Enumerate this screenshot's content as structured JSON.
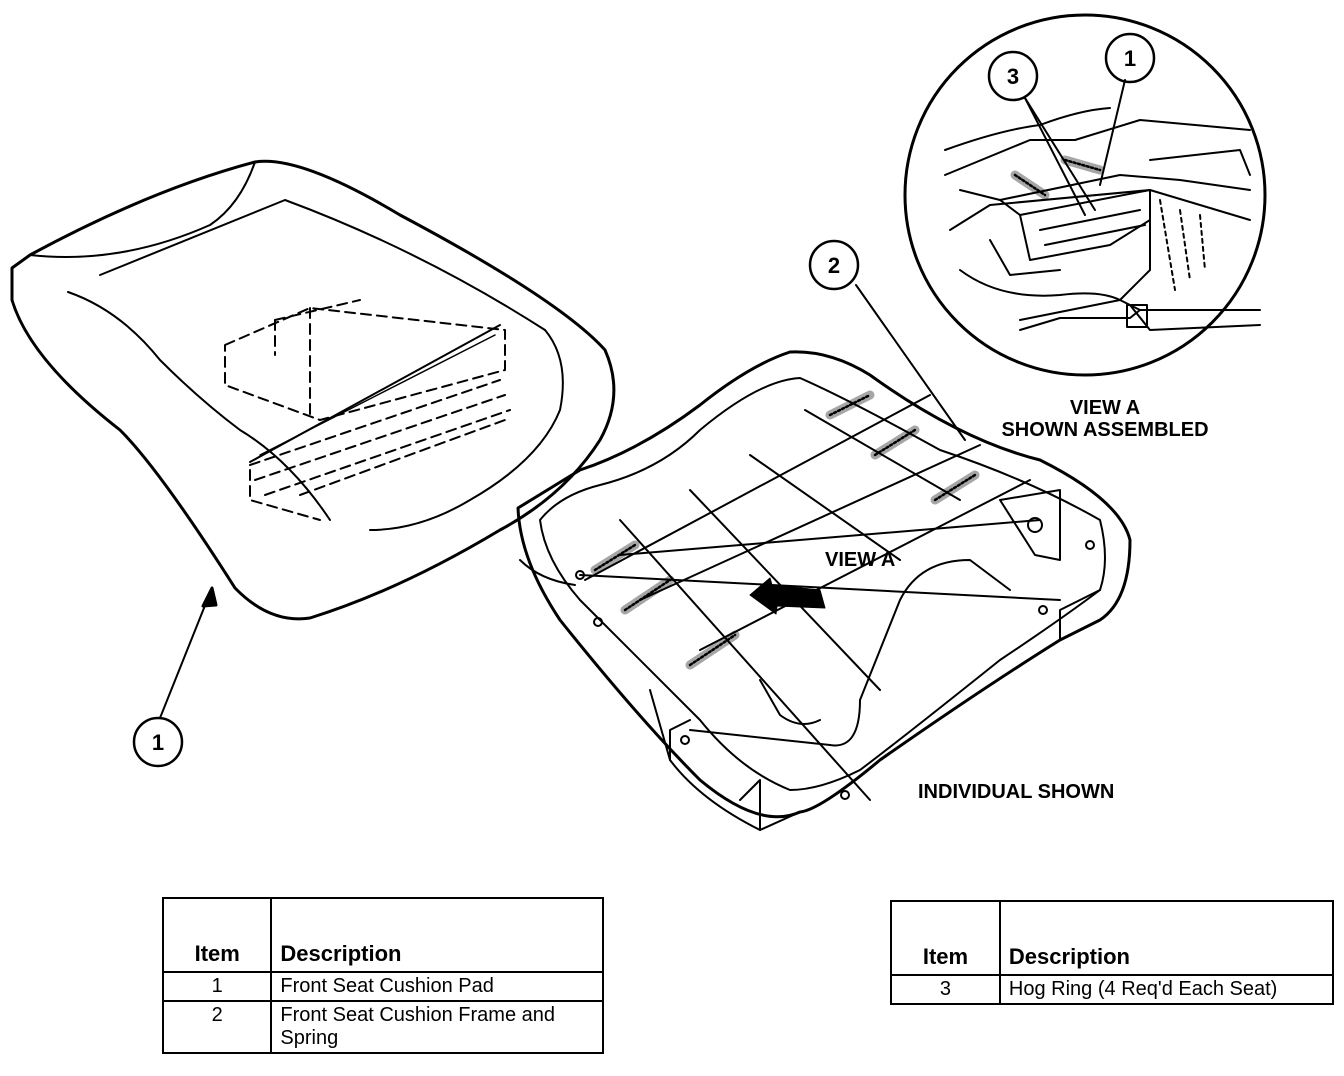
{
  "labels": {
    "view_a_arrow": "VIEW A",
    "view_a_title_line1": "VIEW A",
    "view_a_title_line2": "SHOWN ASSEMBLED",
    "individual_shown": "INDIVIDUAL SHOWN"
  },
  "callouts": {
    "pad": "1",
    "frame": "2",
    "detail_hog_ring": "3",
    "detail_pad": "1"
  },
  "tables": {
    "left": {
      "headers": [
        "Item",
        "Description"
      ],
      "rows": [
        {
          "item": "1",
          "description": "Front Seat Cushion Pad"
        },
        {
          "item": "2",
          "description": "Front Seat Cushion Frame and Spring"
        }
      ]
    },
    "right": {
      "headers": [
        "Item",
        "Description"
      ],
      "rows": [
        {
          "item": "3",
          "description": "Hog Ring (4 Req'd Each Seat)"
        }
      ]
    }
  }
}
